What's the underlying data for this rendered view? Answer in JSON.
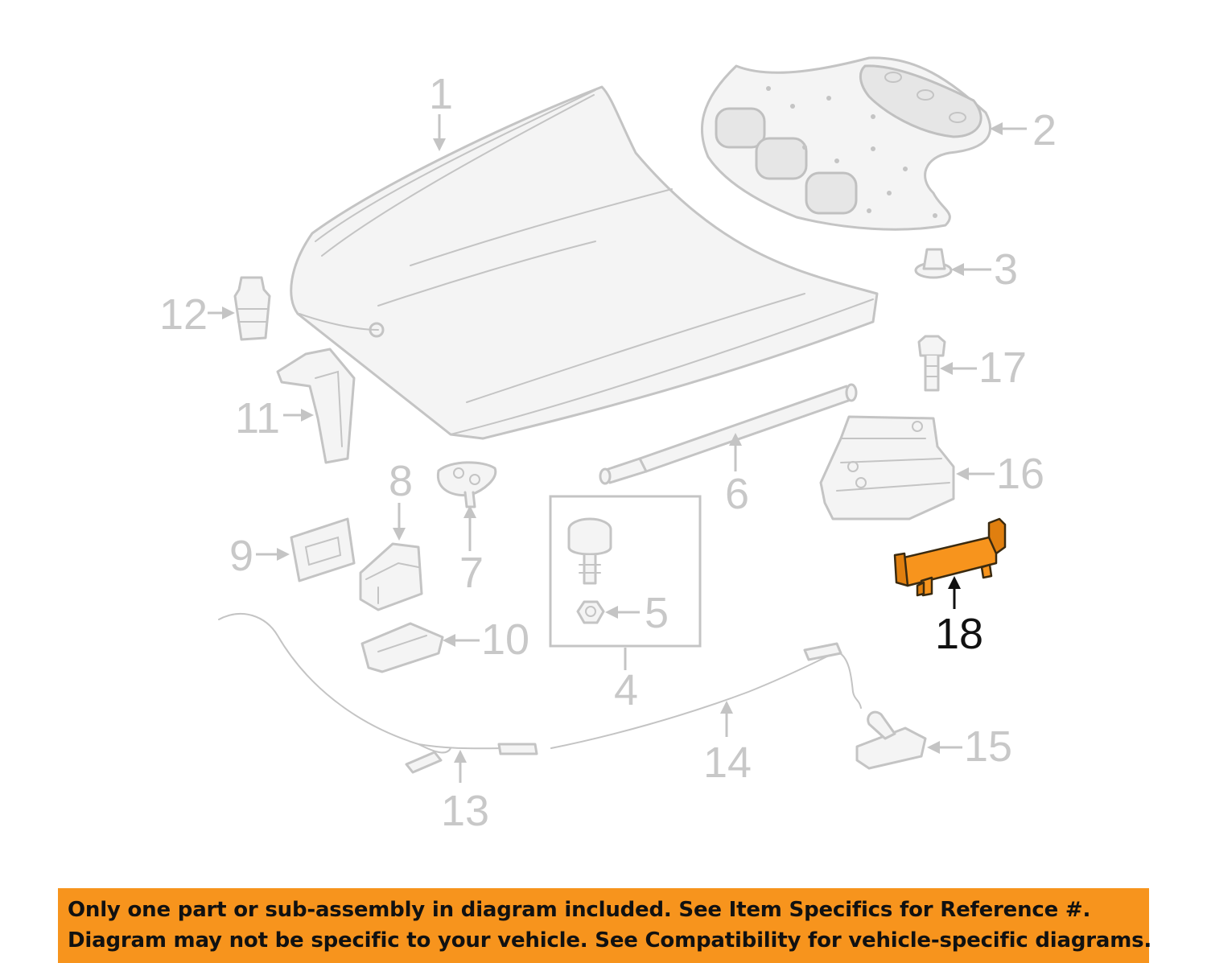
{
  "callouts": {
    "c1": "1",
    "c2": "2",
    "c3": "3",
    "c4": "4",
    "c5": "5",
    "c6": "6",
    "c7": "7",
    "c8": "8",
    "c9": "9",
    "c10": "10",
    "c11": "11",
    "c12": "12",
    "c13": "13",
    "c14": "14",
    "c15": "15",
    "c16": "16",
    "c17": "17",
    "c18": "18"
  },
  "highlighted_part": "18",
  "colors": {
    "highlight": "#f7941d",
    "banner": "#f7941d",
    "faded_part": "#c4c4c4"
  },
  "disclaimer": {
    "line1": "Only one part or sub-assembly in diagram included. See Item Specifics for Reference #.",
    "line2": "Diagram may not be specific to your vehicle. See Compatibility for vehicle-specific diagrams."
  }
}
